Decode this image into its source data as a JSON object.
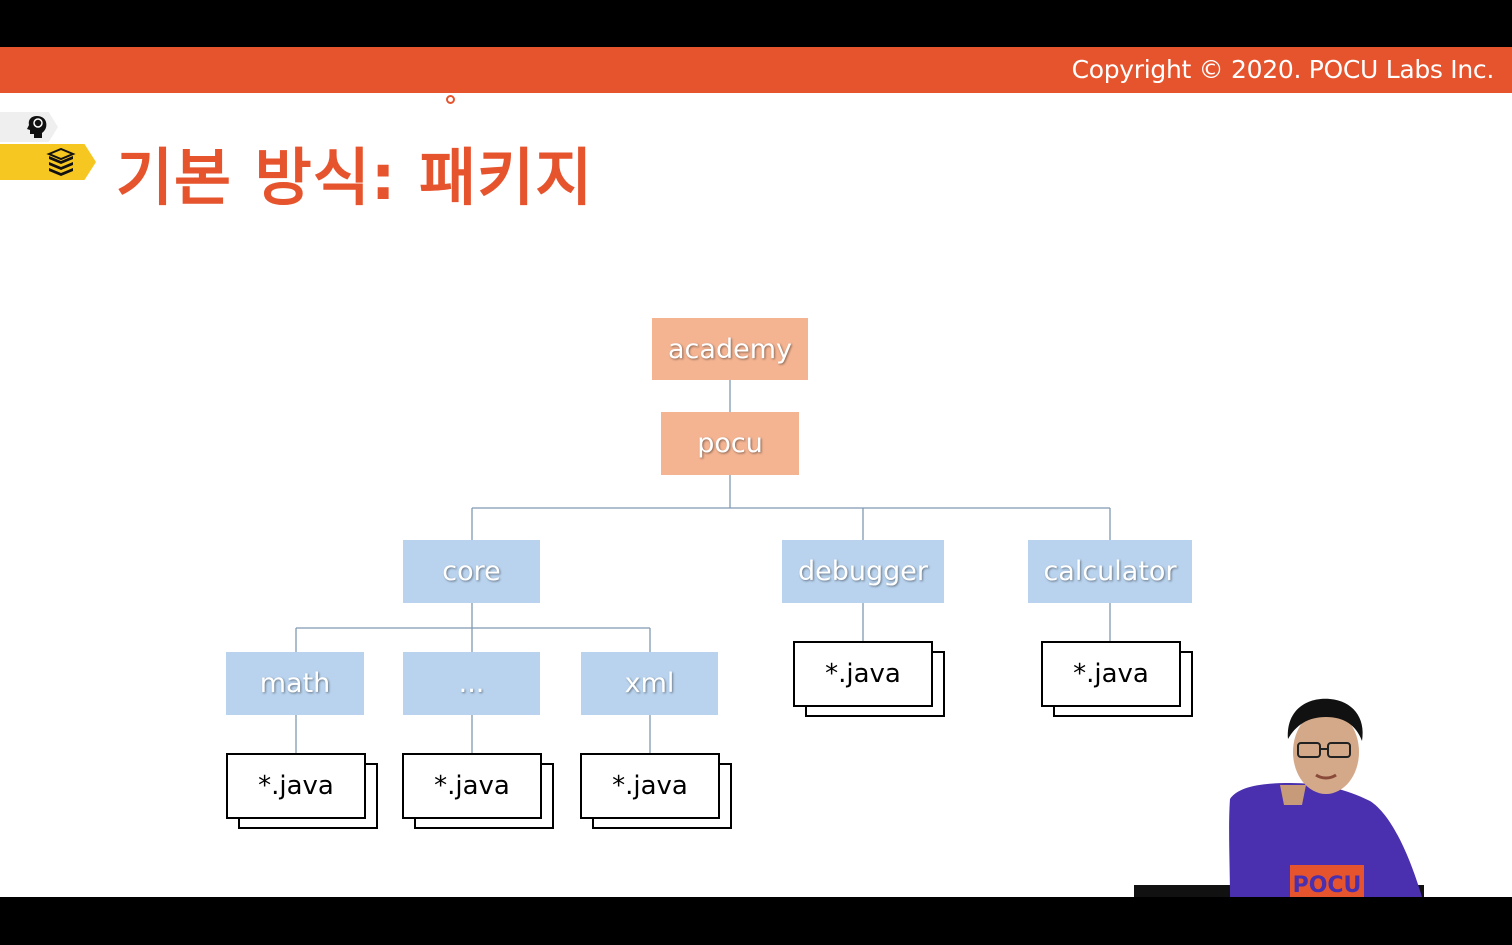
{
  "header": {
    "copyright": "Copyright © 2020. POCU Labs Inc."
  },
  "side_tabs": {
    "top_icon": "brain-head-icon",
    "active_icon": "book-stack-icon",
    "colors": {
      "active": "#f6c621",
      "inactive": "#efefef"
    }
  },
  "slide": {
    "title": "기본 방식: 패키지"
  },
  "tree": {
    "root": "academy",
    "level2": "pocu",
    "core": "core",
    "debugger": "debugger",
    "calculator": "calculator",
    "math": "math",
    "ellipsis": "...",
    "xml": "xml",
    "file_label": "*.java"
  },
  "colors": {
    "brand": "#e6542e",
    "package_orange": "#f4b492",
    "package_blue": "#b9d3ee"
  },
  "presenter": {
    "shirt_logo": "POCU"
  }
}
